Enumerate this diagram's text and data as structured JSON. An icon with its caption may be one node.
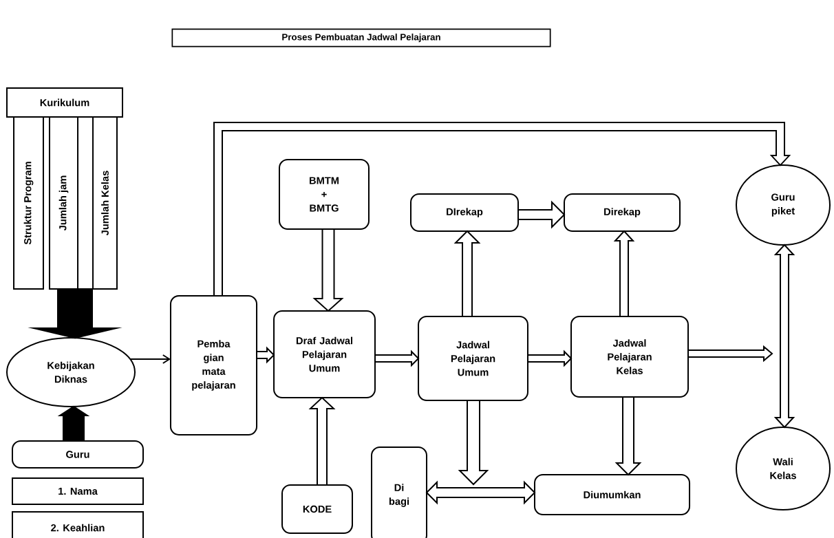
{
  "diagram": {
    "title": "Proses Pembuatan Jadwal Pelajaran",
    "nodes": [
      {
        "text": [
          "Kurikulum"
        ]
      },
      {
        "text": [
          "Struktur Program"
        ]
      },
      {
        "text": [
          "Jumlah jam"
        ]
      },
      {
        "text": [
          "Jumlah Kelas"
        ]
      },
      {
        "text": [
          "Kebijakan Diknas"
        ]
      },
      {
        "text": [
          "Guru"
        ]
      },
      {
        "text": [
          "1. Nama"
        ]
      },
      {
        "text": [
          "2. Keahlian"
        ]
      },
      {
        "text": [
          "Pemba gian mata pelajaran"
        ]
      },
      {
        "text": [
          "BMTM + BMTG"
        ]
      },
      {
        "text": [
          "Draf Jadwal Pelajaran Umum"
        ]
      },
      {
        "text": [
          "KODE"
        ]
      },
      {
        "text": [
          "Di bagi"
        ]
      },
      {
        "text": [
          "DIrekap"
        ]
      },
      {
        "text": [
          "Direkap"
        ]
      },
      {
        "text": [
          "Jadwal Pelajaran Umum"
        ]
      },
      {
        "text": [
          "Jadwal Pelajaran Kelas"
        ]
      },
      {
        "text": [
          "Guru piket"
        ]
      },
      {
        "text": [
          "Diumumkan"
        ]
      },
      {
        "text": [
          "Wali Kelas"
        ]
      }
    ],
    "edges": [
      {
        "from": 2,
        "to": 4,
        "arrow": "to",
        "style": "thick"
      },
      {
        "from": 5,
        "to": 4,
        "arrow": "to",
        "style": "thick"
      },
      {
        "from": 4,
        "to": 8,
        "arrow": "to"
      },
      {
        "from": 8,
        "to": 10,
        "arrow": "to"
      },
      {
        "from": 8,
        "to": 17,
        "arrow": "to"
      },
      {
        "from": 9,
        "to": 10,
        "arrow": "to"
      },
      {
        "from": 11,
        "to": 10,
        "arrow": "to"
      },
      {
        "from": 10,
        "to": 15,
        "arrow": "to"
      },
      {
        "from": 15,
        "to": 13,
        "arrow": "to"
      },
      {
        "from": 13,
        "to": 14,
        "arrow": "to"
      },
      {
        "from": 15,
        "to": 16,
        "arrow": "to"
      },
      {
        "from": 16,
        "to": 14,
        "arrow": "to"
      },
      {
        "from": 16,
        "to": null,
        "arrow": "to"
      },
      {
        "from": 17,
        "to": 19,
        "arrow": "both"
      },
      {
        "from": 15,
        "to": null,
        "arrow": "to"
      },
      {
        "from": 12,
        "to": 18,
        "arrow": "both"
      },
      {
        "from": 16,
        "to": 18,
        "arrow": "to"
      }
    ]
  }
}
